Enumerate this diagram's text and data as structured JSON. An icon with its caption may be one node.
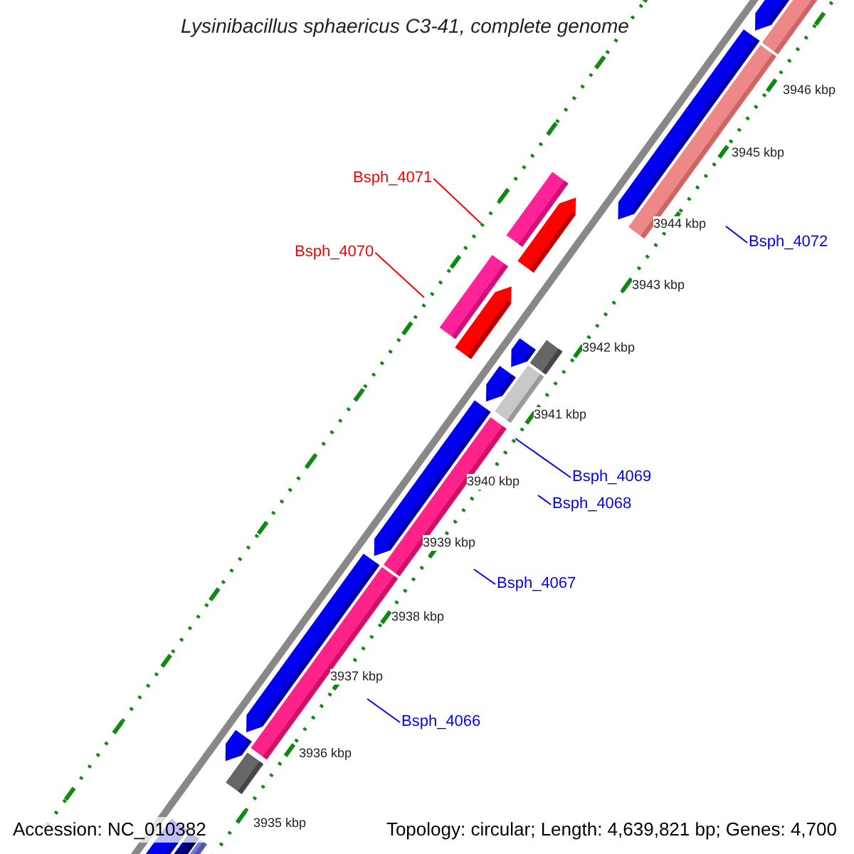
{
  "diagram": {
    "title": "Lysinibacillus sphaericus C3-41, complete genome",
    "nodes": [
      {
        "text": [
          "Bsph_4071"
        ]
      },
      {
        "text": [
          "Bsph_4072"
        ]
      },
      {
        "text": [
          "Bsph_4070"
        ]
      },
      {
        "text": [
          "Bsph_4069"
        ]
      },
      {
        "text": [
          "Bsph_4068"
        ]
      },
      {
        "text": [
          "Bsph_4067"
        ]
      },
      {
        "text": [
          "Bsph_4066"
        ]
      }
    ],
    "edges": [
      {
        "from": 0,
        "to": null,
        "arrow": "none",
        "color": "#ff0000"
      },
      {
        "from": 1,
        "to": null,
        "arrow": "none"
      },
      {
        "from": 2,
        "to": null,
        "arrow": "none",
        "color": "#ff0000"
      },
      {
        "from": 3,
        "to": null,
        "arrow": "none"
      },
      {
        "from": 4,
        "to": null,
        "arrow": "none"
      },
      {
        "from": 5,
        "to": null,
        "arrow": "none"
      },
      {
        "from": 6,
        "to": null,
        "arrow": "none"
      }
    ],
    "labels": [
      "3946 kbp",
      "3945 kbp",
      "3944 kbp",
      "3943 kbp",
      "3942 kbp",
      "3941 kbp",
      "3940 kbp",
      "3939 kbp",
      "3938 kbp",
      "3937 kbp",
      "3936 kbp",
      "3935 kbp",
      "Accession: NC_010382",
      "Topology: circular; Length: 4,639,821 bp; Genes: 4,700"
    ]
  }
}
